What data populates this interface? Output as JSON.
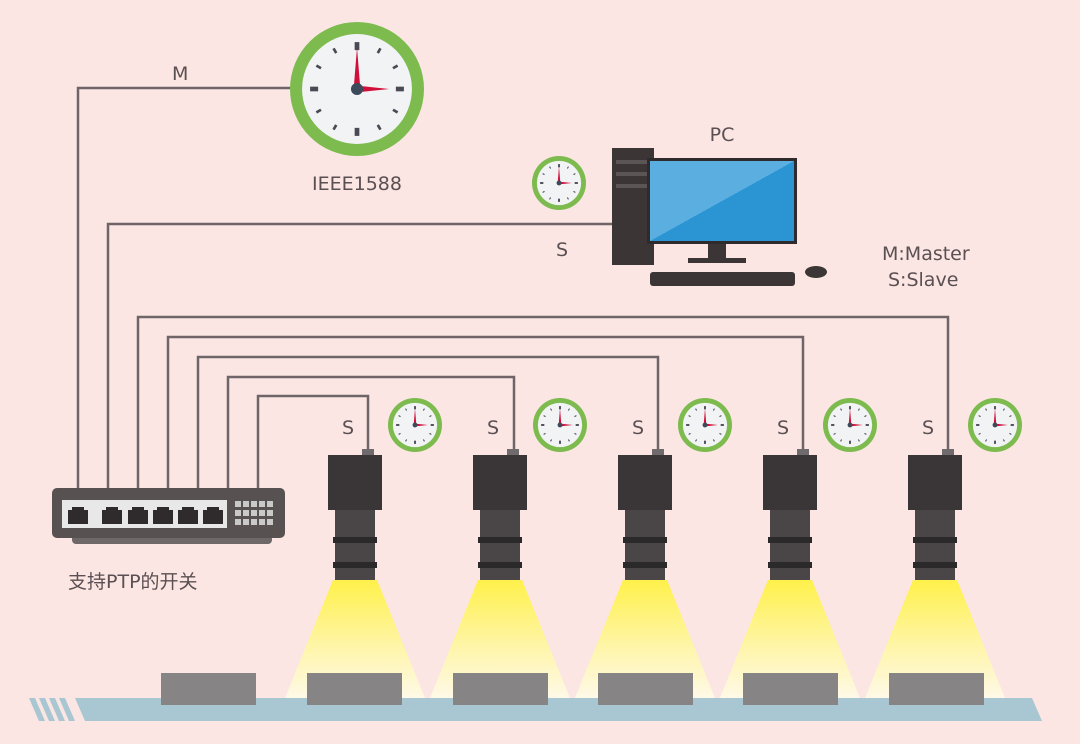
{
  "title_clock": {
    "label": "IEEE1588",
    "role": "M"
  },
  "pc": {
    "label": "PC",
    "role": "S"
  },
  "legend": {
    "master": "M:Master",
    "slave": "S:Slave"
  },
  "switch": {
    "label": "支持PTP的开关"
  },
  "cameras": [
    {
      "role": "S"
    },
    {
      "role": "S"
    },
    {
      "role": "S"
    },
    {
      "role": "S"
    },
    {
      "role": "S"
    }
  ],
  "colors": {
    "background": "#fbe6e3",
    "clock_ring": "#7dbb4f",
    "clock_hand": "#d0103a",
    "conveyor": "#a9c6d3",
    "monitor": "#2b95d3",
    "light": "#fff36b"
  }
}
